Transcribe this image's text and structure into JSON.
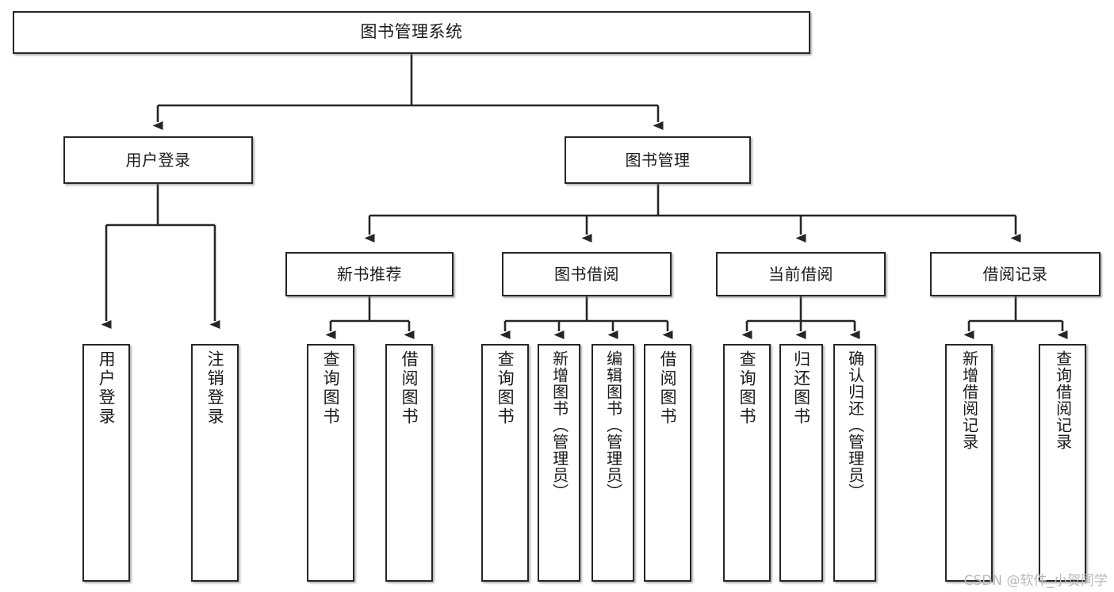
{
  "diagram": {
    "title": "图书管理系统",
    "type": "tree-hierarchy-chart",
    "watermark": "CSDN @软件_小贺同学",
    "colors": {
      "background": "#ffffff",
      "box_border": "#262626",
      "box_fill": "#ffffff",
      "connector": "#262626",
      "text": "#1a1a1a",
      "watermark": "#b9b9b9"
    },
    "root": {
      "label": "图书管理系统"
    },
    "level1": [
      {
        "label": "用户登录"
      },
      {
        "label": "图书管理"
      }
    ],
    "level2": [
      {
        "label": "新书推荐"
      },
      {
        "label": "图书借阅"
      },
      {
        "label": "当前借阅"
      },
      {
        "label": "借阅记录"
      }
    ],
    "leaves": [
      {
        "label": "用户登录",
        "parent": "用户登录"
      },
      {
        "label": "注销登录",
        "parent": "用户登录"
      },
      {
        "label": "查询图书",
        "parent": "新书推荐"
      },
      {
        "label": "借阅图书",
        "parent": "新书推荐"
      },
      {
        "label": "查询图书",
        "parent": "图书借阅"
      },
      {
        "label": "新增图书（管理员）",
        "parent": "图书借阅"
      },
      {
        "label": "编辑图书（管理员）",
        "parent": "图书借阅"
      },
      {
        "label": "借阅图书",
        "parent": "图书借阅"
      },
      {
        "label": "查询图书",
        "parent": "当前借阅"
      },
      {
        "label": "归还图书",
        "parent": "当前借阅"
      },
      {
        "label": "确认归还（管理员）",
        "parent": "当前借阅"
      },
      {
        "label": "新增借阅记录",
        "parent": "借阅记录"
      },
      {
        "label": "查询借阅记录",
        "parent": "借阅记录"
      }
    ]
  }
}
